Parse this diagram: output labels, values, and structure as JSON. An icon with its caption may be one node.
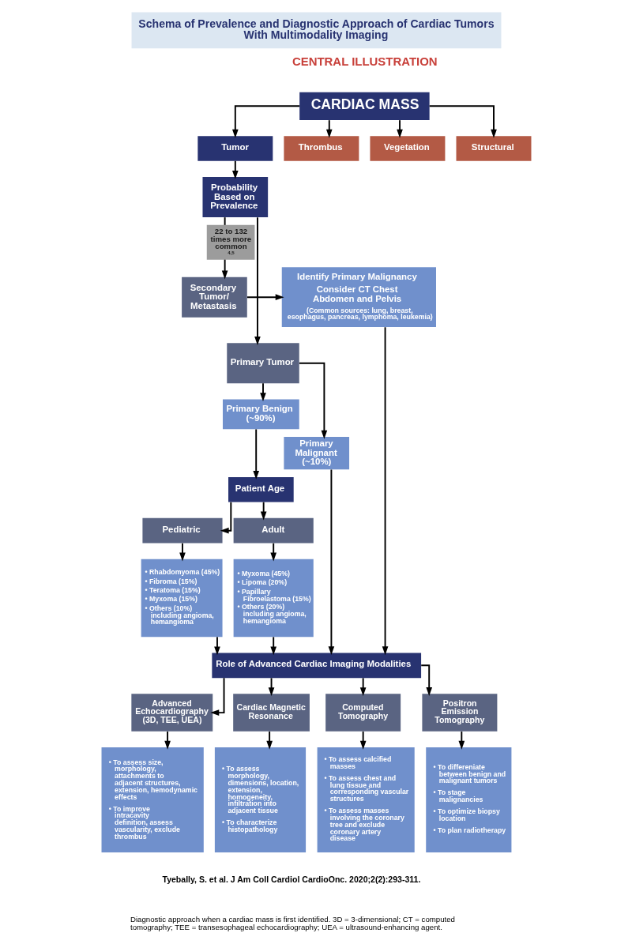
{
  "diagram": {
    "title": "Schema of Prevalence and Diagnostic Approach of Cardiac Tumors With Multimodality Imaging",
    "caption": "Diagnostic approach when a cardiac mass is first identified. 3D = 3-dimensional; CT = computed tomography; TEE = transesophageal echocardiography; UEA = ultrasound-enhancing agent.",
    "nodes": [
      {
        "text": [
          "CARDIAC MASS"
        ]
      },
      {
        "text": [
          "Tumor"
        ]
      },
      {
        "text": [
          "Thrombus"
        ]
      },
      {
        "text": [
          "Vegetation"
        ]
      },
      {
        "text": [
          "Structural"
        ]
      },
      {
        "text": [
          "Probability Based on Prevalence"
        ]
      },
      {
        "text": [
          "Secondary Tumor/ Metastasis"
        ]
      },
      {
        "text": [
          "Identify Primary Malignancy",
          "Consider CT Chest Abdomen and Pelvis",
          "(Common sources: lung, breast, esophagus, pancreas, lymphoma, leukemia)"
        ]
      },
      {
        "text": [
          "Primary Tumor"
        ]
      },
      {
        "text": [
          "Primary Benign (~90%)"
        ]
      },
      {
        "text": [
          "Primary Malignant (~10%)"
        ]
      },
      {
        "text": [
          "Patient Age"
        ]
      },
      {
        "text": [
          "Pediatric"
        ]
      },
      {
        "text": [
          "Adult"
        ]
      },
      {
        "text": [
          "• Rhabdomyoma (45%)",
          "• Fibroma (15%)",
          "• Teratoma (15%)",
          "• Myxoma (15%)",
          "• Others (10%) including angioma, hemangioma"
        ]
      },
      {
        "text": [
          "• Myxoma (45%)",
          "• Lipoma (20%)",
          "• Papillary Fibroelastoma (15%)",
          "• Others (20%) including angioma, hemangioma"
        ]
      },
      {
        "text": [
          "Role of Advanced Cardiac Imaging Modalities"
        ]
      },
      {
        "text": [
          "Advanced Echocardiography (3D, TEE, UEA)"
        ]
      },
      {
        "text": [
          "Cardiac Magnetic Resonance"
        ]
      },
      {
        "text": [
          "Computed Tomography"
        ]
      },
      {
        "text": [
          "Positron Emission Tomography"
        ]
      },
      {
        "text": [
          "• To assess size, morphology, attachments to adjacent structures, extension, hemodynamic effects",
          "• To improve intracavity definition, assess vascularity, exclude thrombus"
        ]
      },
      {
        "text": [
          "• To assess morphology, dimensions, location, extension, homogeneity, infiltration into adjacent tissue",
          "• To characterize histopathology"
        ]
      },
      {
        "text": [
          "• To assess calcified masses",
          "• To assess chest and lung tissue and corresponding vascular structures",
          "• To assess masses involving the coronary tree and exclude coronary artery disease"
        ]
      },
      {
        "text": [
          "• To differeniate between benign and malignant tumors",
          "• To stage malignancies",
          "• To optimize biopsy location",
          "• To plan radiotherapy"
        ]
      }
    ],
    "edges": [
      {
        "from": 0,
        "to": 1,
        "arrow": "to"
      },
      {
        "from": 0,
        "to": 2,
        "arrow": "to"
      },
      {
        "from": 0,
        "to": 3,
        "arrow": "to"
      },
      {
        "from": 0,
        "to": 4,
        "arrow": "to"
      },
      {
        "from": 1,
        "to": 5,
        "arrow": "to"
      },
      {
        "from": 5,
        "to": 6,
        "arrow": "to",
        "label": "22 to 132 times more common $^{4,5}$"
      },
      {
        "from": 5,
        "to": 8,
        "arrow": "to"
      },
      {
        "from": 6,
        "to": 7,
        "arrow": "to"
      },
      {
        "from": 8,
        "to": 9,
        "arrow": "to"
      },
      {
        "from": 8,
        "to": 10,
        "arrow": "to"
      },
      {
        "from": 9,
        "to": 11,
        "arrow": "to"
      },
      {
        "from": 11,
        "to": 12,
        "arrow": "to"
      },
      {
        "from": 11,
        "to": 13,
        "arrow": "to"
      },
      {
        "from": 12,
        "to": 14,
        "arrow": "to"
      },
      {
        "from": 13,
        "to": 15,
        "arrow": "to"
      },
      {
        "from": 14,
        "to": 16,
        "arrow": "to"
      },
      {
        "from": 15,
        "to": 16,
        "arrow": "to"
      },
      {
        "from": 10,
        "to": 16,
        "arrow": "to"
      },
      {
        "from": 7,
        "to": 16,
        "arrow": "to"
      },
      {
        "from": 16,
        "to": 17,
        "arrow": "to"
      },
      {
        "from": 16,
        "to": 18,
        "arrow": "to"
      },
      {
        "from": 16,
        "to": 19,
        "arrow": "to"
      },
      {
        "from": 16,
        "to": 20,
        "arrow": "to"
      },
      {
        "from": 17,
        "to": 21,
        "arrow": "to"
      },
      {
        "from": 18,
        "to": 22,
        "arrow": "to"
      },
      {
        "from": 19,
        "to": 23,
        "arrow": "to"
      },
      {
        "from": 20,
        "to": 24,
        "arrow": "to"
      }
    ],
    "labels": [
      "CENTRAL ILLUSTRATION",
      "Tyebally, S. et al. J Am Coll Cardiol CardioOnc. 2020;2(2):293-311."
    ]
  }
}
